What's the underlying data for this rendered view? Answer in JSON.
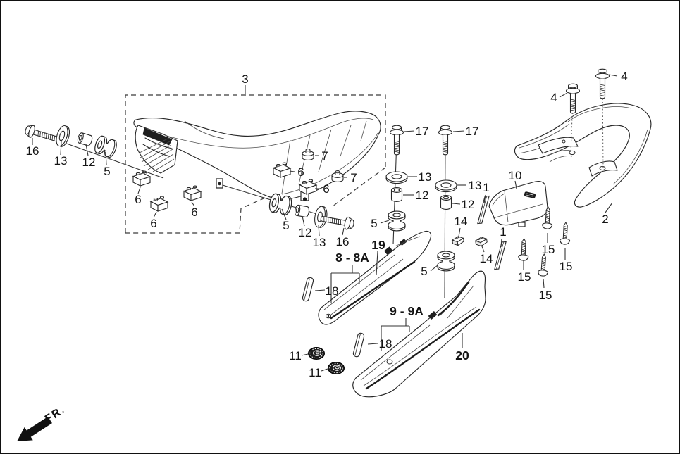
{
  "colors": {
    "ink": "#272727",
    "background": "#ffffff",
    "dark_fill": "#1e1e1e"
  },
  "callouts": {
    "c3": "3",
    "c16a": "16",
    "c13a": "13",
    "c12a": "12",
    "c5a": "5",
    "c6a": "6",
    "c6b": "6",
    "c6c": "6",
    "c6d": "6",
    "c6e": "6",
    "c7a": "7",
    "c7b": "7",
    "c5b": "5",
    "c12b": "12",
    "c13b": "13",
    "c16b": "16",
    "c17a": "17",
    "c17b": "17",
    "c13c": "13",
    "c12c": "12",
    "c5c": "5",
    "c13d": "13",
    "c12d": "12",
    "c5d": "5",
    "c1a": "1",
    "c1b": "1",
    "c14a": "14",
    "c14b": "14",
    "c10": "10",
    "c4a": "4",
    "c4b": "4",
    "c2": "2",
    "c15a": "15",
    "c15b": "15",
    "c15c": "15",
    "c15d": "15",
    "c19": "19",
    "c8": "8 - 8A",
    "c18a": "18",
    "c9": "9 - 9A",
    "c18b": "18",
    "c20": "20",
    "c11a": "11",
    "c11b": "11",
    "fr": "FR."
  }
}
